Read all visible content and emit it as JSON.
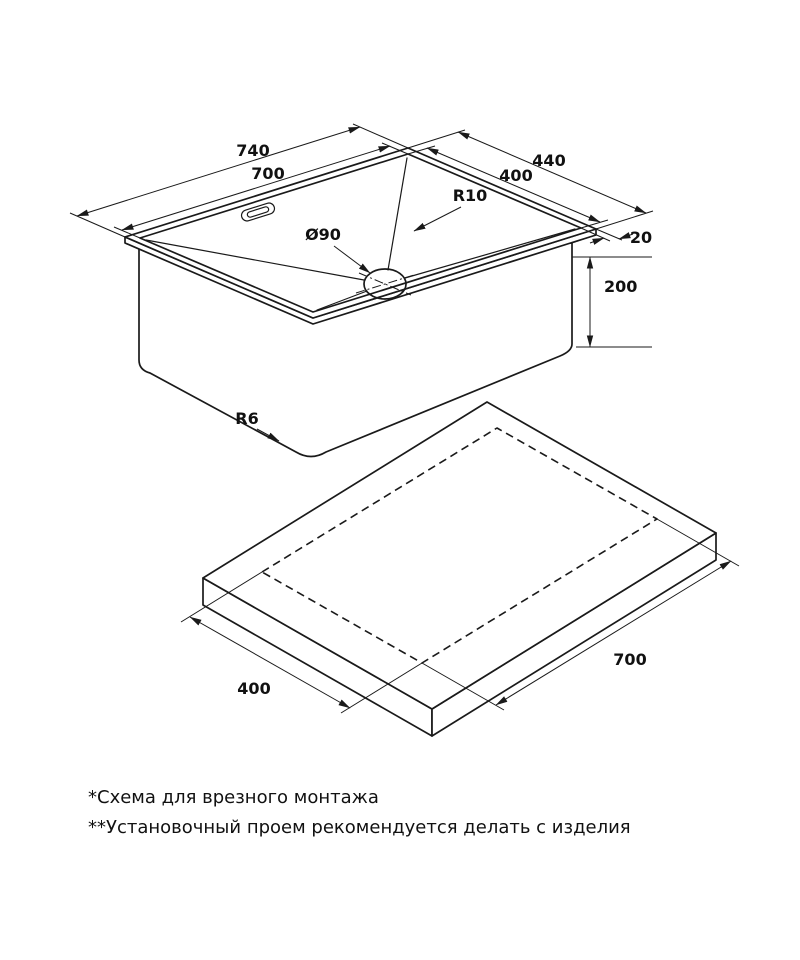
{
  "colors": {
    "line": "#1a1a1a",
    "background": "#ffffff"
  },
  "sink_view": {
    "dims": {
      "outer_length": "740",
      "inner_length": "700",
      "outer_width": "440",
      "inner_width": "400",
      "corner_radius": "R10",
      "drain_diameter": "Ø90",
      "flange_width": "20",
      "bowl_depth": "200",
      "bottom_radius": "R6"
    }
  },
  "cutout_view": {
    "dims": {
      "cutout_length": "700",
      "cutout_width": "400"
    }
  },
  "footnotes": {
    "line1": "*Схема для врезного монтажа",
    "line2": "**Установочный проем рекомендуется делать с изделия"
  }
}
